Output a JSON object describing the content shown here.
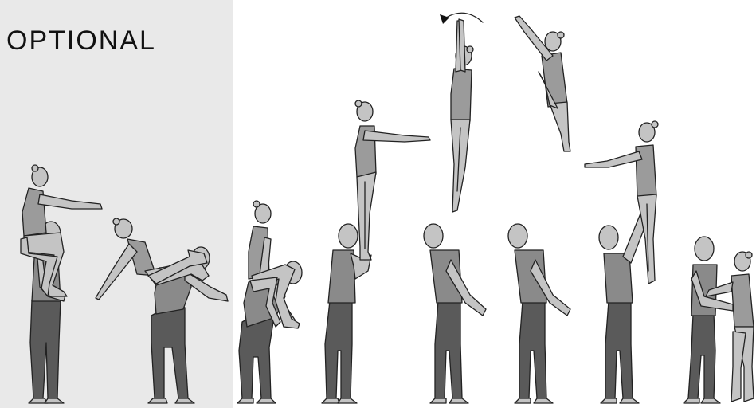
{
  "panel": {
    "label": "OPTIONAL"
  },
  "colors": {
    "panel_background": "#e9e9e9",
    "skin": "#c4c4c4",
    "leotard": "#9b9b9b",
    "shirt": "#8a8a8a",
    "pants": "#5a5a5a",
    "outline": "#222222"
  },
  "stages": [
    {
      "id": "optional-shoulder-sit"
    },
    {
      "id": "optional-dive-over-back"
    },
    {
      "id": "back-mount"
    },
    {
      "id": "shoulder-stand"
    },
    {
      "id": "pop-toss"
    },
    {
      "id": "pike-descent"
    },
    {
      "id": "hand-catch"
    },
    {
      "id": "cradle-landing"
    }
  ],
  "icons": [
    "rotation-arrow-icon"
  ]
}
